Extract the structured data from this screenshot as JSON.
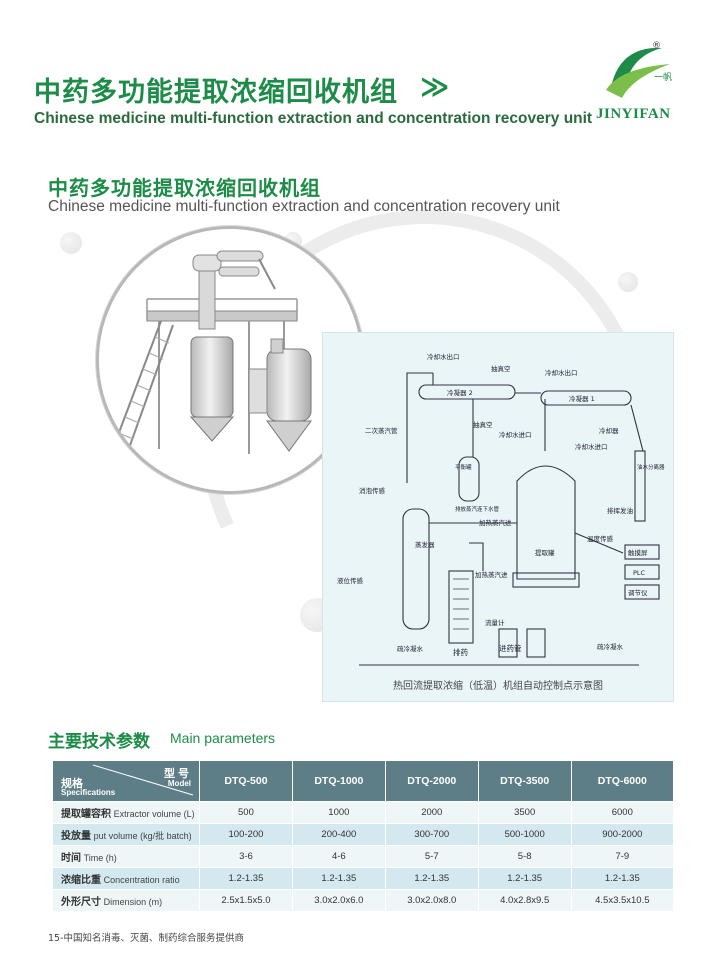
{
  "header": {
    "title_cn": "中药多功能提取浓缩回收机组",
    "chevron": "≫",
    "title_en": "Chinese medicine multi-function extraction and concentration recovery unit"
  },
  "logo": {
    "registered": "®",
    "mark_text": "一帆",
    "brand": "JINYIFAN",
    "color": "#1d8c48"
  },
  "section": {
    "title_cn": "中药多功能提取浓缩回收机组",
    "title_en": "Chinese medicine multi-function extraction and concentration recovery unit"
  },
  "diagram": {
    "labels": {
      "cooling_outlet_1": "冷却水出口",
      "vacuum_1": "抽真空",
      "cooling_outlet_2": "冷却水出口",
      "condenser_2": "冷凝器 2",
      "condenser_1": "冷凝器 1",
      "secondary_steam": "二次蒸汽管",
      "vacuum_2": "抽真空",
      "cooling_inlet_1": "冷却水进口",
      "cooling_inlet_2": "冷却水进口",
      "condenser_3": "冷却器",
      "oil_water": "油水分离器",
      "receiver": "平衡罐",
      "steam_drain": "排放蒸汽连下水管",
      "heating_steam": "加热蒸汽进",
      "foam_sensor": "消泡传感",
      "evaporator": "蒸发器",
      "extractor": "提取罐",
      "temperature": "温度传感",
      "touch_screen": "触摸屏",
      "plc": "PLC",
      "meter": "调节仪",
      "discharge_vol": "排挥发油",
      "level_sensor": "液位传感",
      "heating_steam_2": "加热蒸汽进",
      "flowmeter": "流量计",
      "inlet_pipe": "进药管",
      "drain_water_1": "疏冷凝水",
      "discharge": "排药",
      "drain_water_2": "疏冷凝水"
    },
    "caption": "热回流提取浓缩（低温）机组自动控制点示意图"
  },
  "params": {
    "heading_cn": "主要技术参数",
    "heading_en": "Main parameters",
    "corner": {
      "model_cn": "型 号",
      "model_en": "Model",
      "spec_cn": "规格",
      "spec_en": "Specifications"
    },
    "models": [
      "DTQ-500",
      "DTQ-1000",
      "DTQ-2000",
      "DTQ-3500",
      "DTQ-6000"
    ],
    "rows": [
      {
        "label_cn": "提取罐容积",
        "label_en": "Extractor volume (L)",
        "values": [
          "500",
          "1000",
          "2000",
          "3500",
          "6000"
        ]
      },
      {
        "label_cn": "投放量",
        "label_en": "put volume (kg/批 batch)",
        "values": [
          "100-200",
          "200-400",
          "300-700",
          "500-1000",
          "900-2000"
        ]
      },
      {
        "label_cn": "时间",
        "label_en": "Time (h)",
        "values": [
          "3-6",
          "4-6",
          "5-7",
          "5-8",
          "7-9"
        ]
      },
      {
        "label_cn": "浓缩比重",
        "label_en": "Concentration ratio",
        "values": [
          "1.2-1.35",
          "1.2-1.35",
          "1.2-1.35",
          "1.2-1.35",
          "1.2-1.35"
        ]
      },
      {
        "label_cn": "外形尺寸",
        "label_en": "Dimension (m)",
        "values": [
          "2.5x1.5x5.0",
          "3.0x2.0x6.0",
          "3.0x2.0x8.0",
          "4.0x2.8x9.5",
          "4.5x3.5x10.5"
        ]
      }
    ]
  },
  "footer": {
    "text": "15-中国知名消毒、灭菌、制药综合服务提供商"
  }
}
